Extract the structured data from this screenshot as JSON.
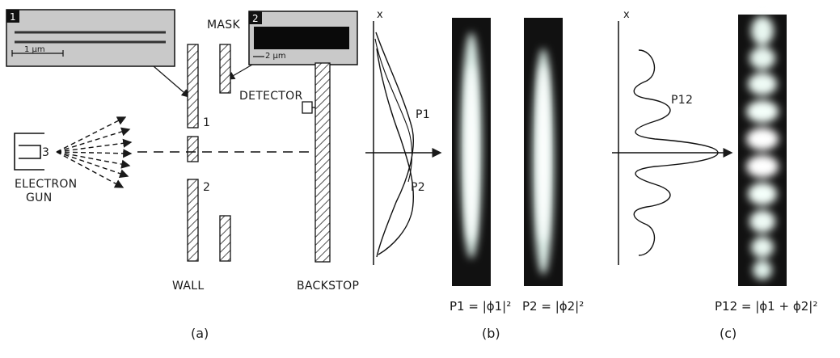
{
  "labels": {
    "mask": "MASK",
    "detector": "DETECTOR",
    "electron_gun_line1": "ELECTRON",
    "electron_gun_line2": "GUN",
    "wall": "WALL",
    "backstop": "BACKSTOP",
    "slit_1": "1",
    "slit_2": "2",
    "x_axis_b": "x",
    "x_axis_c": "x",
    "p1": "P1",
    "p2": "P2",
    "p12": "P12"
  },
  "insets": {
    "inset1_number": "1",
    "inset1_scale": "1 µm",
    "inset2_number": "2",
    "inset2_scale": "2 µm"
  },
  "formulas": {
    "b1": "P1 = |ϕ1|²",
    "b2": "P2 = |ϕ2|²",
    "c": "P12 = |ϕ1 + ϕ2|²"
  },
  "panels": {
    "a": "(a)",
    "b": "(b)",
    "c": "(c)"
  },
  "colors": {
    "ink": "#1a1a1a",
    "hatch": "#222222",
    "inset_bg": "#c9c9c9",
    "strip_bg": "#111111"
  }
}
